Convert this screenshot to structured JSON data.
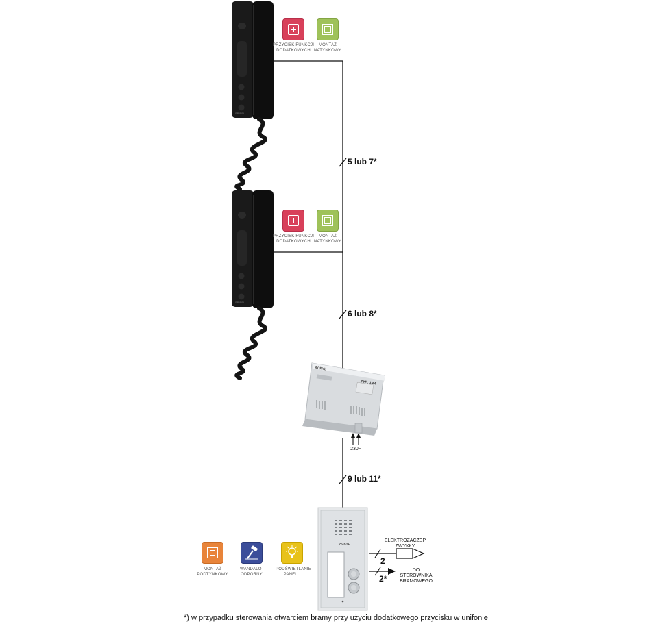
{
  "wires": {
    "top": "5 lub 7*",
    "middle": "6 lub 8*",
    "bottom": "9 lub 11*",
    "lock": "2",
    "gate": "2*"
  },
  "handset_brand": "SPIREL",
  "handset_badges": {
    "function": "PRZYCISK FUNKCJI DODATKOWYCH",
    "surface": "MONTAŻ NATYNKOWY"
  },
  "power": {
    "brand": "ACRYL",
    "model": "TYP: 1M4",
    "input": "230~"
  },
  "panel_brand": "ACRYL",
  "outputs": {
    "lock": "ELEKTROZACZEP ZWYKŁY",
    "gate": "DO STEROWNIKA BRAMOWEGO"
  },
  "panel_badges": {
    "flush": "MONTAŻ PODTYNKOWY",
    "vandal": "WANDALO-ODPORNY",
    "light": "PODŚWIETLANIE PANELU"
  },
  "footnote": "*) w przypadku sterowania otwarciem bramy przy użyciu dodatkowego przycisku w unifonie",
  "colors": {
    "badge_function": "#d8405a",
    "badge_surface": "#9fc25a",
    "badge_flush": "#e8843a",
    "badge_vandal": "#3b4d9a",
    "badge_light": "#e8c21a"
  }
}
